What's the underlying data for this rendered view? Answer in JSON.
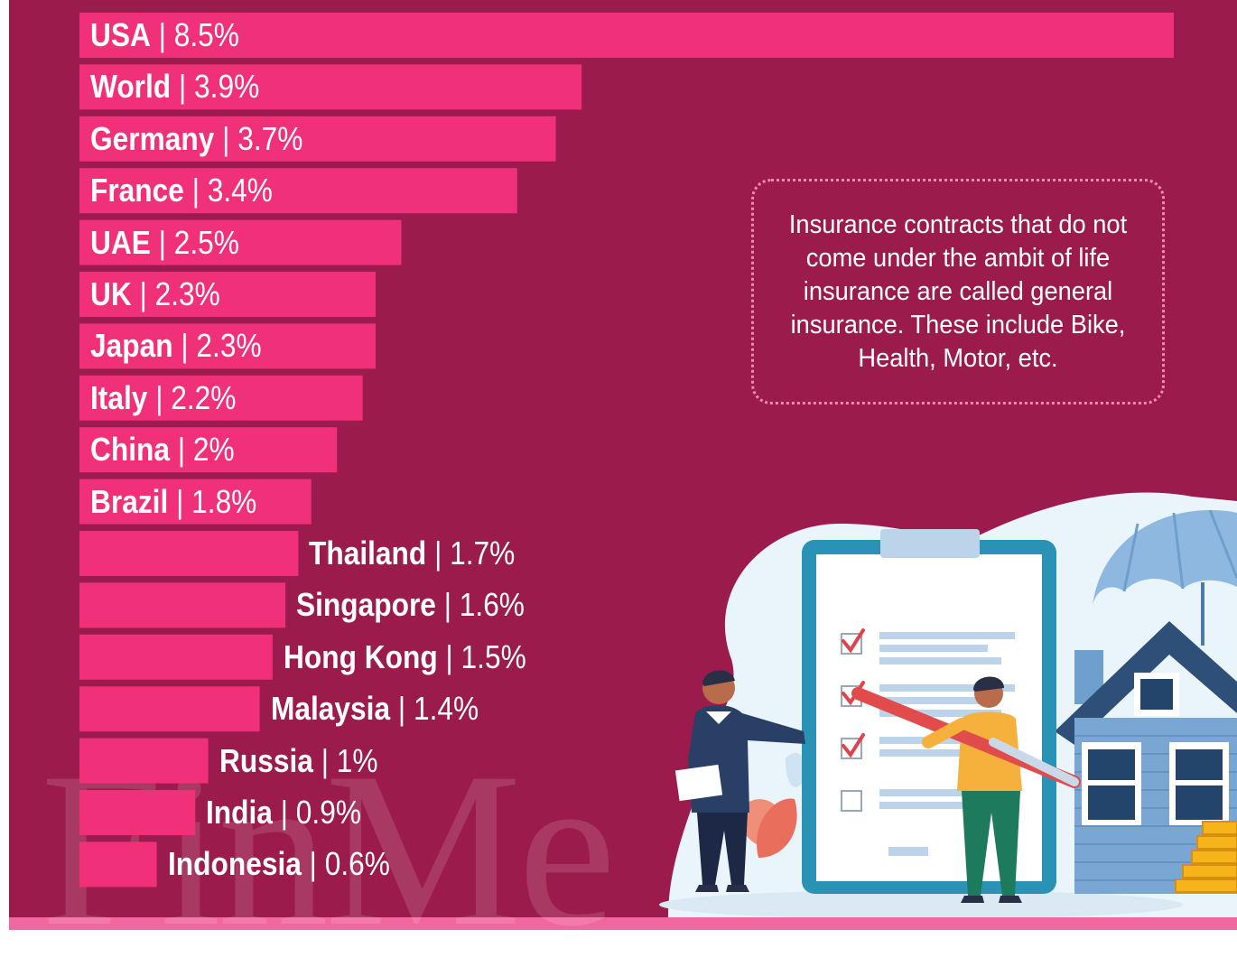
{
  "chart_data": {
    "type": "bar",
    "orientation": "horizontal",
    "unit": "%",
    "categories": [
      "USA",
      "World",
      "Germany",
      "France",
      "UAE",
      "UK",
      "Japan",
      "Italy",
      "China",
      "Brazil",
      "Thailand",
      "Singapore",
      "Hong Kong",
      "Malaysia",
      "Russia",
      "India",
      "Indonesia"
    ],
    "values": [
      8.5,
      3.9,
      3.7,
      3.4,
      2.5,
      2.3,
      2.3,
      2.2,
      2,
      1.8,
      1.7,
      1.6,
      1.5,
      1.4,
      1,
      0.9,
      0.6
    ],
    "value_labels": [
      "8.5%",
      "3.9%",
      "3.7%",
      "3.4%",
      "2.5%",
      "2.3%",
      "2.3%",
      "2.2%",
      "2%",
      "1.8%",
      "1.7%",
      "1.6%",
      "1.5%",
      "1.4%",
      "1%",
      "0.9%",
      "0.6%"
    ],
    "label_separator": "|",
    "bar_color": "#f03078"
  },
  "note": {
    "text": "Insurance contracts that do not come under the ambit of life insurance are called general insurance. These include Bike, Health, Motor, etc."
  },
  "watermark": "FinMe",
  "colors": {
    "background": "#9b1c4c",
    "bar": "#f03078",
    "note_border": "#f28ab2",
    "stripe": "#f0689f"
  },
  "illustration": {
    "description_icons": [
      "clipboard-checklist-icon",
      "house-icon",
      "umbrella-icon",
      "coins-icon",
      "businessman-icon",
      "person-with-pen-icon"
    ]
  }
}
